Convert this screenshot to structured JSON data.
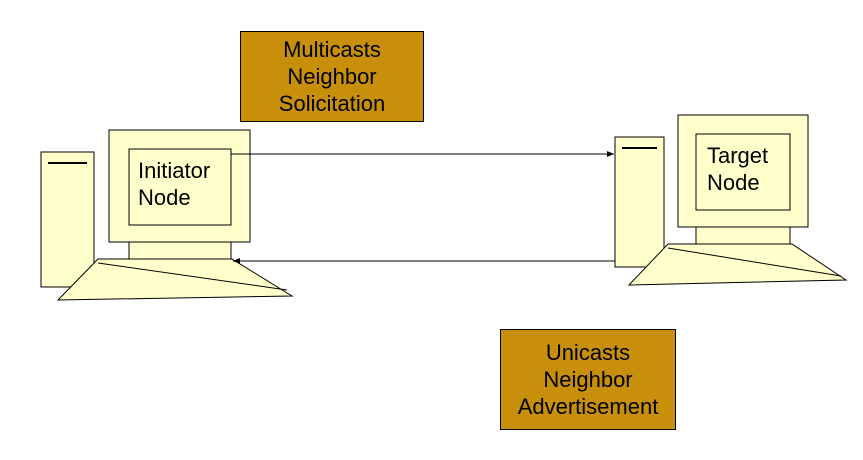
{
  "diagram": {
    "colors": {
      "computer_fill": "#ffffcc",
      "label_box_fill": "#c8900a",
      "outline": "#000000",
      "background": "#ffffff"
    },
    "initiator": {
      "label_line1": "Initiator",
      "label_line2": "Node"
    },
    "target": {
      "label_line1": "Target",
      "label_line2": "Node"
    },
    "solicitation": {
      "line1": "Multicasts",
      "line2": "Neighbor",
      "line3": "Solicitation"
    },
    "advertisement": {
      "line1": "Unicasts",
      "line2": "Neighbor",
      "line3": "Advertisement"
    }
  }
}
